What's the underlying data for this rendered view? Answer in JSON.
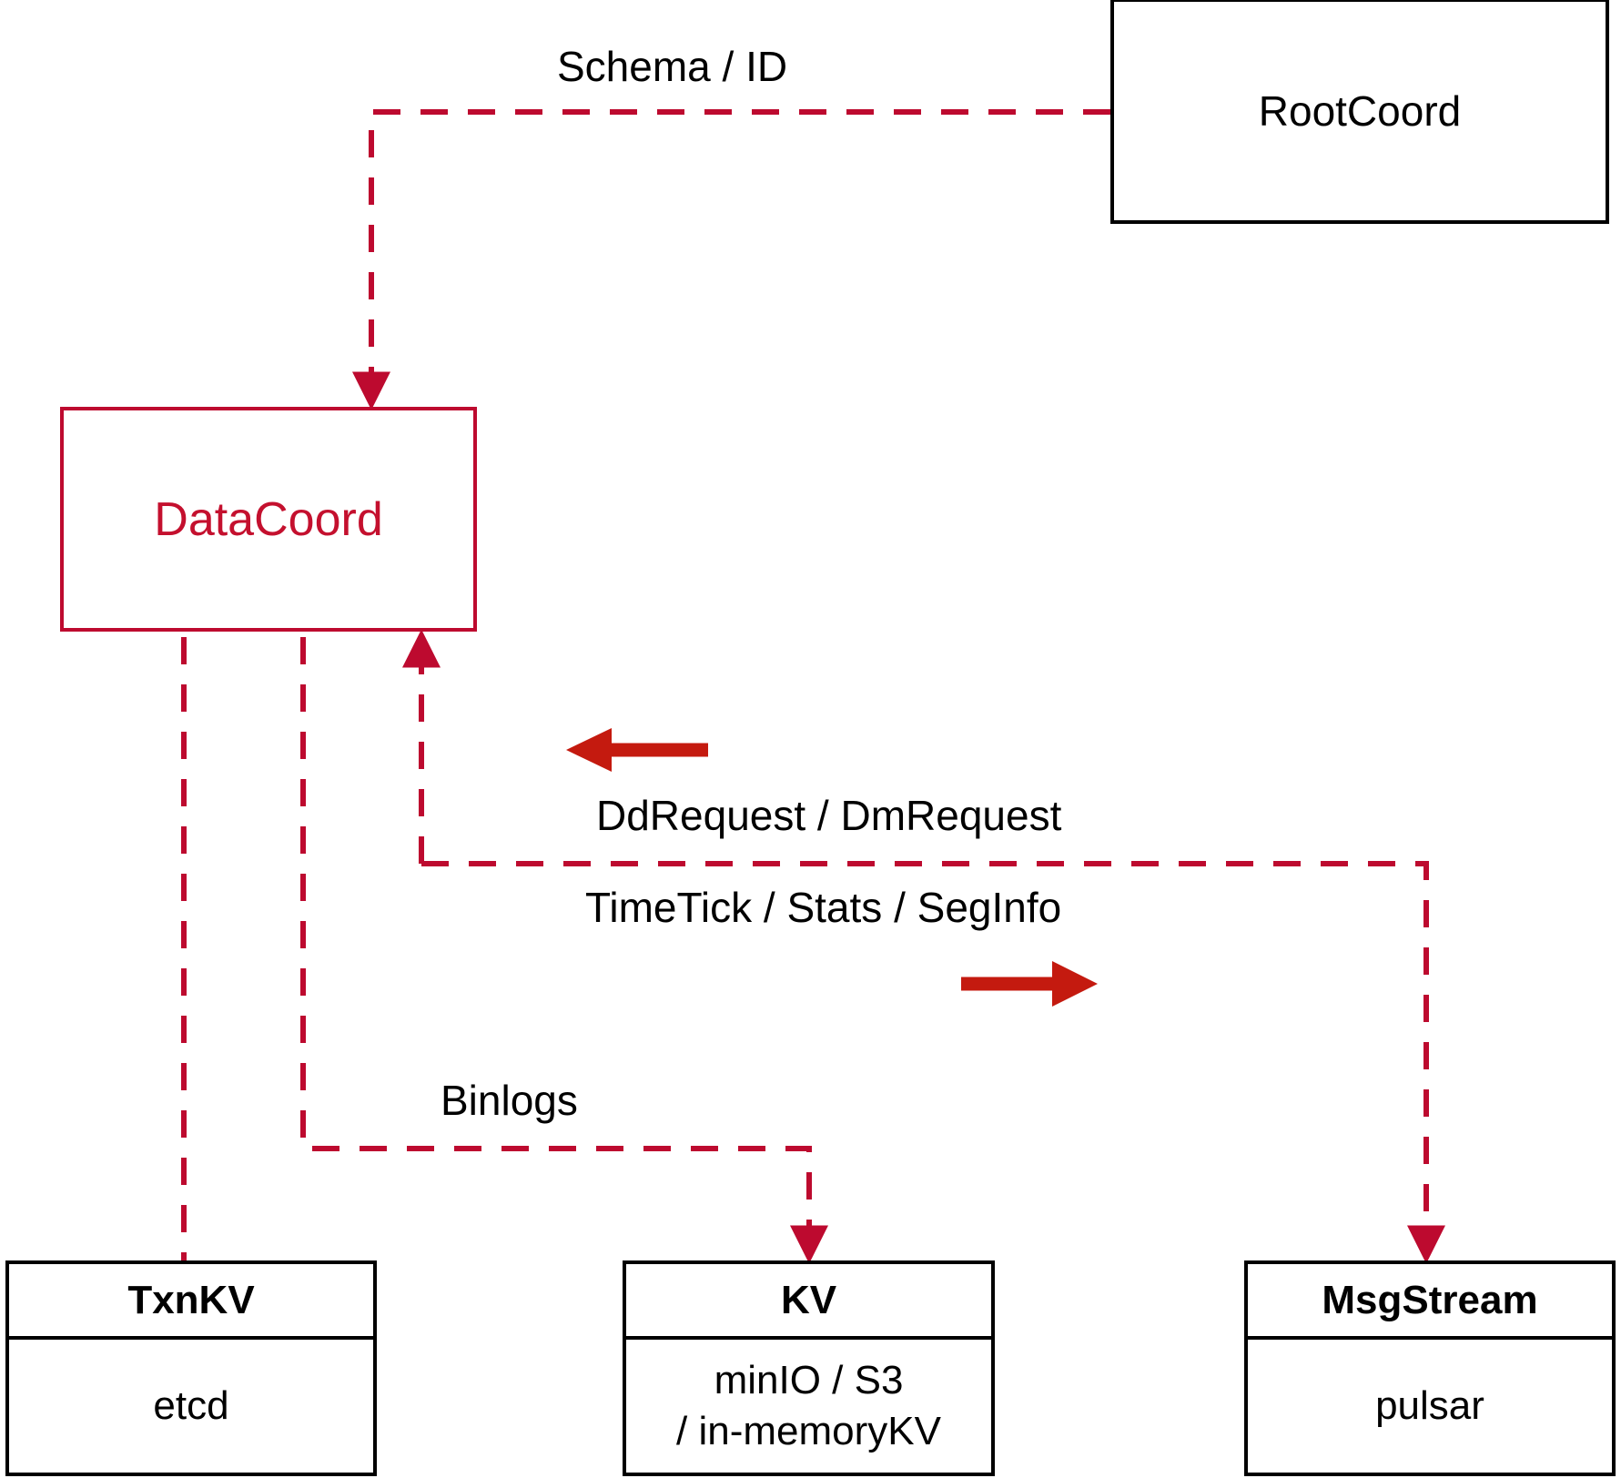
{
  "diagram": {
    "title": "DataCoord component dependency diagram",
    "colors": {
      "accent_red": "#BD0A2F",
      "arrow_red": "#C41A0F",
      "text_red": "#C4102E",
      "outline_black": "#000000",
      "background": "#FFFFFF"
    }
  },
  "nodes": {
    "rootcoord": {
      "label": "RootCoord"
    },
    "datacoord": {
      "label": "DataCoord"
    },
    "txnkv": {
      "header": "TxnKV",
      "body": "etcd"
    },
    "kv": {
      "header": "KV",
      "body_line1": "minIO / S3",
      "body_line2": "/ in-memoryKV"
    },
    "msgstream": {
      "header": "MsgStream",
      "body": "pulsar"
    }
  },
  "edges": [
    {
      "id": "schema-id",
      "label": "Schema / ID",
      "from": "rootcoord",
      "to": "datacoord",
      "style": "dashed"
    },
    {
      "id": "ddrequest-dmrequest",
      "label": "DdRequest / DmRequest",
      "from": "msgstream",
      "to": "datacoord",
      "style": "dashed"
    },
    {
      "id": "timetick-stats-seginfo",
      "label": "TimeTick / Stats / SegInfo",
      "from": "datacoord",
      "to": "msgstream",
      "style": "dashed"
    },
    {
      "id": "binlogs",
      "label": "Binlogs",
      "from": "datacoord",
      "to": "kv",
      "style": "dashed"
    },
    {
      "id": "txnkv-link",
      "label": "",
      "from": "datacoord",
      "to": "txnkv",
      "style": "dashed"
    }
  ],
  "direction_markers": [
    {
      "id": "inbound-arrow",
      "direction": "left",
      "name": "inbound-direction-arrow"
    },
    {
      "id": "outbound-arrow",
      "direction": "right",
      "name": "outbound-direction-arrow"
    }
  ]
}
